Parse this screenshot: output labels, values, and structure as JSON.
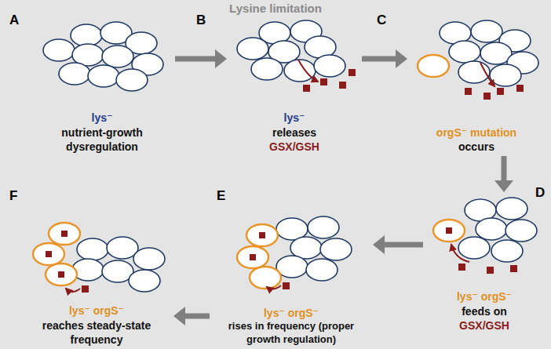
{
  "diagram": {
    "title": "Lysine limitation",
    "nodes": [
      {
        "text": [
          "lys⁻",
          "nutrient-growth dysregulation"
        ]
      },
      {
        "text": [
          "lys⁻",
          "releases",
          "GSX/GSH"
        ]
      },
      {
        "text": [
          "orgS⁻ mutation",
          "occurs"
        ]
      },
      {
        "text": [
          "lys⁻ orgS⁻",
          "feeds on",
          "GSX/GSH"
        ]
      },
      {
        "text": [
          "lys⁻ orgS⁻",
          "rises in frequency (proper growth regulation)"
        ]
      },
      {
        "text": [
          "lys⁻ orgS⁻",
          "reaches steady-state frequency"
        ]
      }
    ],
    "edges": [
      {
        "from": 0,
        "to": 1,
        "arrow": "to"
      },
      {
        "from": 1,
        "to": 2,
        "arrow": "to"
      },
      {
        "from": 2,
        "to": 3,
        "arrow": "to"
      },
      {
        "from": 3,
        "to": 4,
        "arrow": "to"
      },
      {
        "from": 4,
        "to": 5,
        "arrow": "to"
      }
    ],
    "labels": [
      "A",
      "B",
      "C",
      "D",
      "E",
      "F"
    ]
  }
}
